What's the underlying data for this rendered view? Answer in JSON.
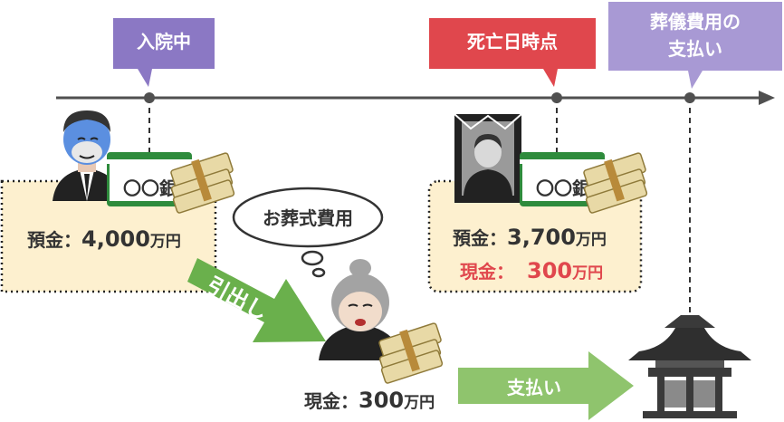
{
  "labels": {
    "hospital": "入院中",
    "death": "死亡日時点",
    "funeral_line1": "葬儀費用の",
    "funeral_line2": "支払い"
  },
  "left_box": {
    "deposit_label": "預金：",
    "deposit_amount": "4,000",
    "deposit_unit": "万円"
  },
  "right_box": {
    "deposit_label": "預金：",
    "deposit_amount": "3,700",
    "deposit_unit": "万円",
    "cash_label": "現金：",
    "cash_amount": "300",
    "cash_unit": "万円"
  },
  "bank_text": "〇〇銀",
  "thought": "お葬式費用",
  "withdraw_arrow": "引出し",
  "cash_bottom": {
    "label": "現金：",
    "amount": "300",
    "unit": "万円"
  },
  "pay_arrow": "支払い",
  "colors": {
    "hospital": "#8b78c4",
    "death": "#e0474d",
    "funeral": "#a899d4",
    "box_fill": "#fdf0cf",
    "arrow_green": "#6ab04c",
    "arrow_light_green": "#8fc46d",
    "timeline": "#505050"
  }
}
